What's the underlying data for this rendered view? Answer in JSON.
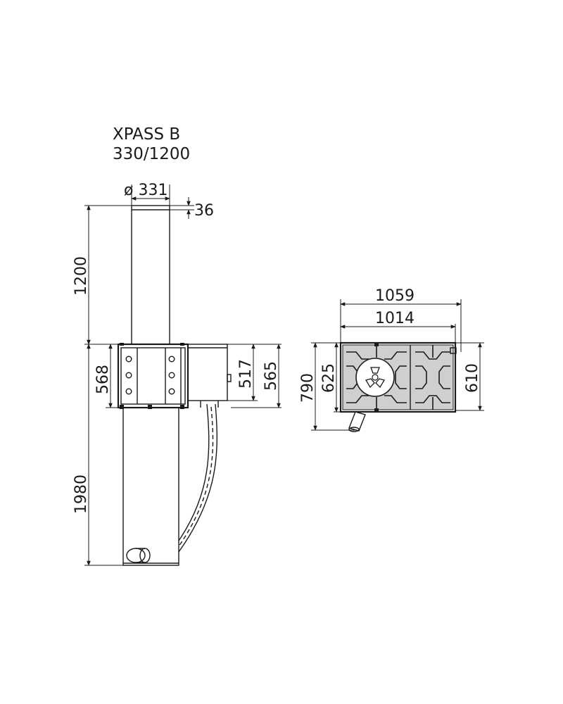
{
  "title": {
    "line1": "XPASS B",
    "line2": "330/1200"
  },
  "side_view": {
    "diameter_label": "ø 331",
    "cap_label": "36",
    "height_above_label": "1200",
    "housing_height_label": "568",
    "box_height_label": "517",
    "box_outer_label": "565",
    "depth_below_label": "1980"
  },
  "top_view": {
    "width_outer_label": "1059",
    "width_inner_label": "1014",
    "depth_total_label": "790",
    "depth_plate_label": "625",
    "depth_right_label": "610"
  }
}
